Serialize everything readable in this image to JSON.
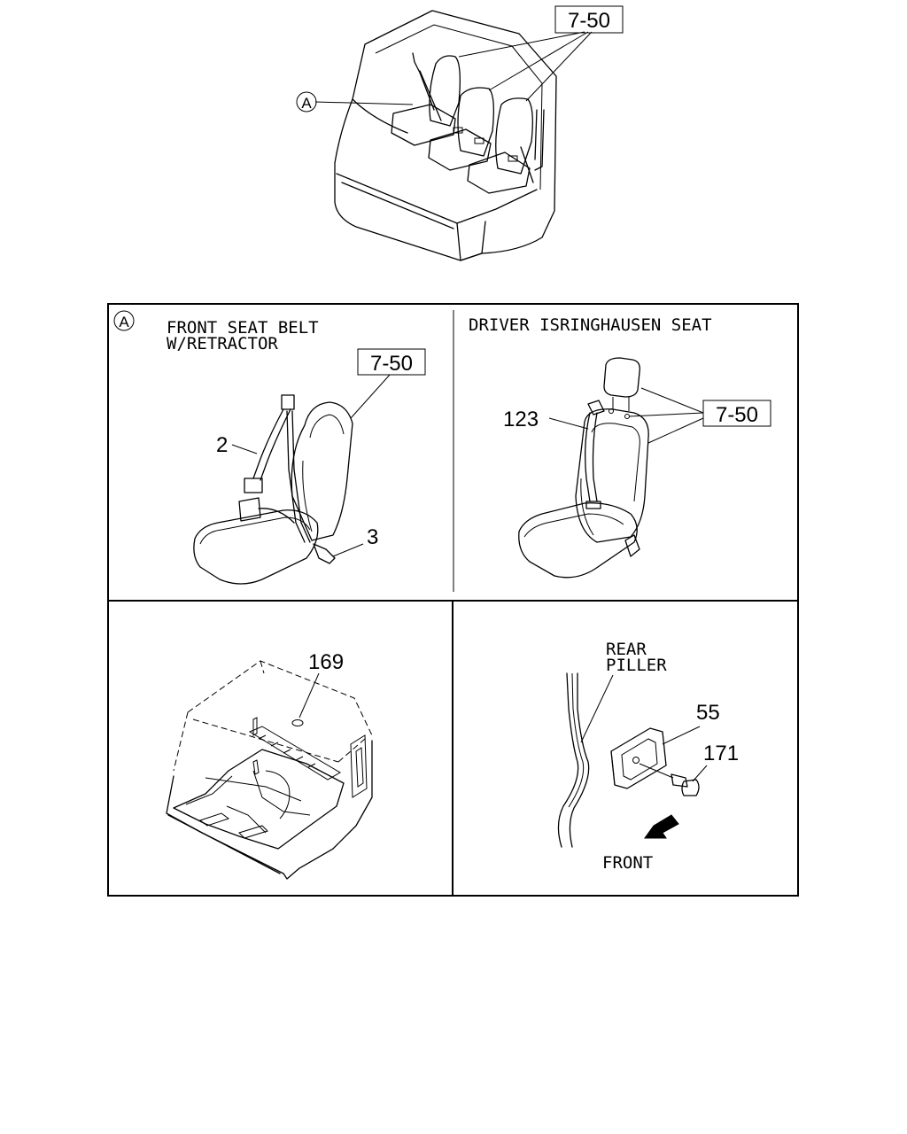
{
  "overview": {
    "ref_label": "7-50",
    "callout_letter": "A"
  },
  "panel_front_belt": {
    "callout_letter": "A",
    "title_line1": "FRONT SEAT BELT",
    "title_line2": "W/RETRACTOR",
    "ref_label": "7-50",
    "part_belt": "2",
    "part_buckle": "3"
  },
  "panel_driver_seat": {
    "title": "DRIVER ISRINGHAUSEN SEAT",
    "ref_label": "7-50",
    "part_belt": "123"
  },
  "panel_floor": {
    "part_plug": "169"
  },
  "panel_pillar": {
    "pillar_line1": "REAR",
    "pillar_line2": "PILLER",
    "part_bracket": "55",
    "part_bolt": "171",
    "direction": "FRONT"
  }
}
